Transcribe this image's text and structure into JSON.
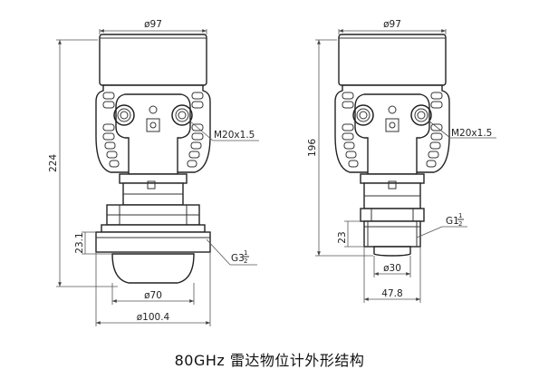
{
  "caption": "80GHz 雷达物位计外形结构",
  "left_view": {
    "top_width": "ø97",
    "total_height": "224",
    "flange_height": "23.1",
    "cable_entry": "M20x1.5",
    "thread_main": "G3",
    "thread_num": "1",
    "thread_den": "2",
    "lens_diameter": "ø70",
    "flange_diameter": "ø100.4"
  },
  "right_view": {
    "top_width": "ø97",
    "total_height": "196",
    "thread_height": "23",
    "cable_entry": "M20x1.5",
    "thread_main": "G1",
    "thread_num": "1",
    "thread_den": "2",
    "lens_diameter": "ø30",
    "width": "47.8"
  }
}
